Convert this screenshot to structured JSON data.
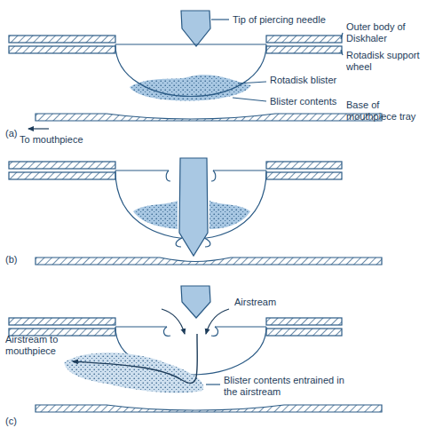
{
  "diagram": {
    "labels": [
      "Tip of piercing needle",
      "Outer body of Diskhaler",
      "Rotadisk support wheel",
      "Rotadisk blister",
      "Blister contents",
      "To mouthpiece",
      "Base of mouthpiece tray",
      "(a)",
      "(b)",
      "Airstream",
      "Airstream to mouthpiece",
      "Blister contents entrained in the airstream",
      "(c)"
    ]
  }
}
